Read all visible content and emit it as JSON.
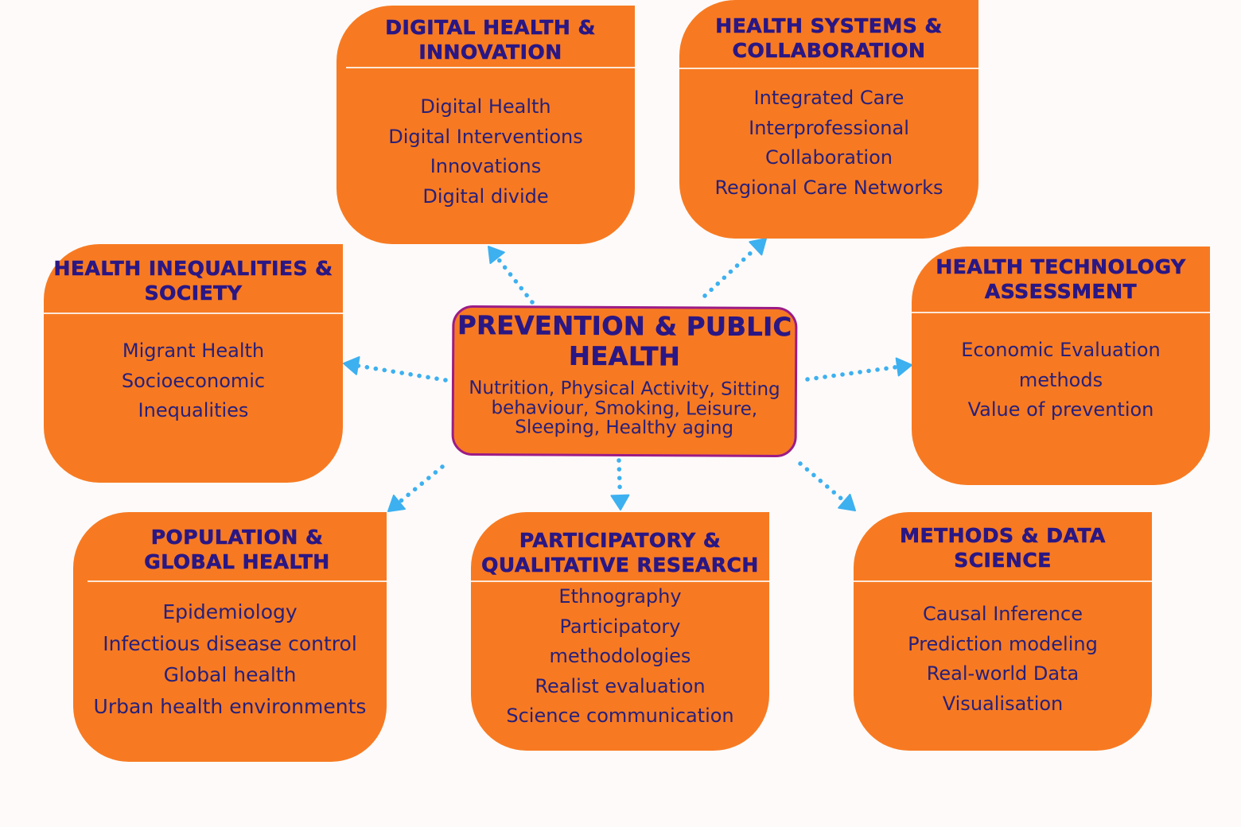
{
  "colors": {
    "background": "#fdfaf9",
    "card_fill": "#f77a22",
    "heading_text": "#2a1784",
    "body_text": "#28207a",
    "center_border": "#9c1c86",
    "connector": "#3db0f0"
  },
  "center": {
    "title_lines": [
      "PREVENTION & PUBLIC",
      "HEALTH"
    ],
    "subtitle_lines": [
      "Nutrition, Physical Activity, Sitting",
      "behaviour, Smoking, Leisure,",
      "Sleeping, Healthy aging"
    ]
  },
  "cards": {
    "digital": {
      "title_lines": [
        "DIGITAL HEALTH &",
        "INNOVATION"
      ],
      "items": [
        "Digital Health",
        "Digital Interventions",
        "Innovations",
        "Digital divide"
      ]
    },
    "systems": {
      "title_lines": [
        "HEALTH SYSTEMS &",
        "COLLABORATION"
      ],
      "items": [
        "Integrated Care",
        "Interprofessional",
        "Collaboration",
        "Regional Care Networks"
      ]
    },
    "inequalities": {
      "title_lines": [
        "HEALTH INEQUALITIES &",
        "SOCIETY"
      ],
      "items": [
        "Migrant Health",
        "Socioeconomic",
        "Inequalities"
      ]
    },
    "hta": {
      "title_lines": [
        "HEALTH TECHNOLOGY",
        "ASSESSMENT"
      ],
      "items": [
        "Economic Evaluation",
        "methods",
        "Value of prevention"
      ]
    },
    "population": {
      "title_lines": [
        "POPULATION &",
        "GLOBAL HEALTH"
      ],
      "items": [
        "Epidemiology",
        "Infectious disease control",
        "Global health",
        "Urban health environments"
      ]
    },
    "participatory": {
      "title_lines": [
        "PARTICIPATORY &",
        "QUALITATIVE RESEARCH"
      ],
      "items": [
        "Ethnography",
        "Participatory",
        "methodologies",
        "Realist evaluation",
        "Science communication"
      ]
    },
    "methods": {
      "title_lines": [
        "METHODS & DATA",
        "SCIENCE"
      ],
      "items": [
        "Causal Inference",
        "Prediction modeling",
        "Real-world Data",
        "Visualisation"
      ]
    }
  },
  "connectors": [
    {
      "from": "center",
      "to": "digital"
    },
    {
      "from": "center",
      "to": "systems"
    },
    {
      "from": "center",
      "to": "inequalities"
    },
    {
      "from": "center",
      "to": "hta"
    },
    {
      "from": "center",
      "to": "population"
    },
    {
      "from": "center",
      "to": "participatory"
    },
    {
      "from": "center",
      "to": "methods"
    }
  ]
}
